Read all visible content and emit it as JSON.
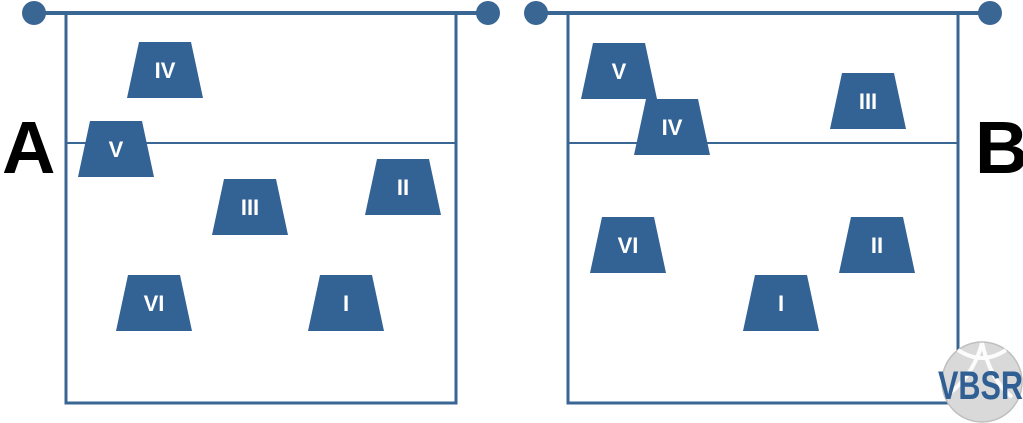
{
  "courts": [
    {
      "id": "A",
      "side_label": "A",
      "players": [
        {
          "label": "IV"
        },
        {
          "label": "V"
        },
        {
          "label": "III"
        },
        {
          "label": "II"
        },
        {
          "label": "VI"
        },
        {
          "label": "I"
        }
      ]
    },
    {
      "id": "B",
      "side_label": "B",
      "players": [
        {
          "label": "V"
        },
        {
          "label": "IV"
        },
        {
          "label": "III"
        },
        {
          "label": "VI"
        },
        {
          "label": "II"
        },
        {
          "label": "I"
        }
      ]
    }
  ],
  "logo": {
    "text": "VBSR"
  },
  "colors": {
    "court_line": "#3a6694",
    "player_fill": "#336395",
    "player_text": "#ffffff",
    "side_label": "#000000",
    "logo_text": "#2f5f93"
  }
}
